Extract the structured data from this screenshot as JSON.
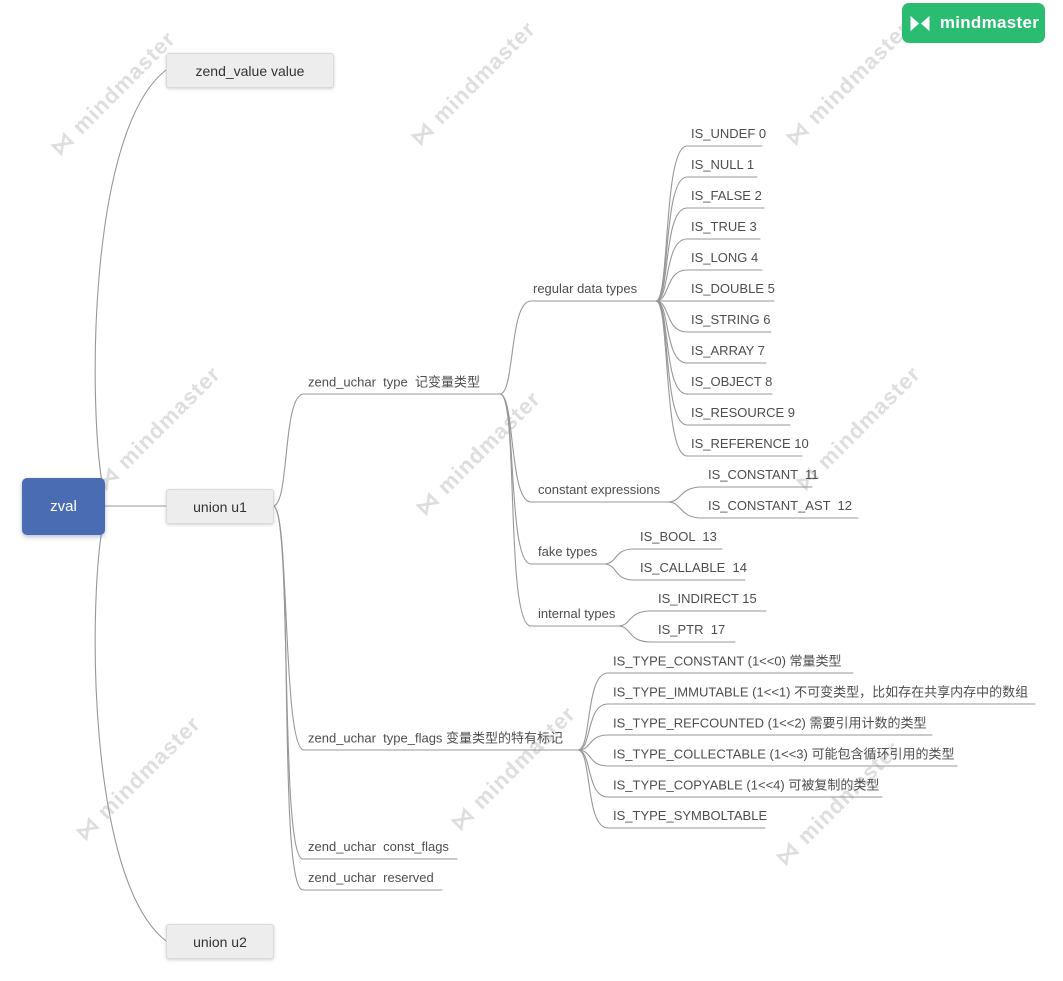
{
  "logo": {
    "text": "mindmaster"
  },
  "watermark": {
    "text": "mindmaster"
  },
  "map": {
    "root": {
      "label": "zval"
    },
    "level1": {
      "zend_value": {
        "label": "zend_value value"
      },
      "union_u1": {
        "label": "union u1"
      },
      "union_u2": {
        "label": "union u2"
      }
    },
    "u1_children": {
      "type": {
        "label": "zend_uchar  type  记变量类型"
      },
      "type_flags": {
        "label": "zend_uchar  type_flags 变量类型的特有标记"
      },
      "const_flags": {
        "label": "zend_uchar  const_flags"
      },
      "reserved": {
        "label": "zend_uchar  reserved"
      }
    },
    "type_groups": {
      "regular": {
        "label": "regular data types"
      },
      "constant": {
        "label": "constant expressions"
      },
      "fake": {
        "label": "fake types"
      },
      "internal": {
        "label": "internal types"
      }
    },
    "regular_items": [
      "IS_UNDEF 0",
      "IS_NULL 1",
      "IS_FALSE 2",
      "IS_TRUE 3",
      "IS_LONG 4",
      "IS_DOUBLE 5",
      "IS_STRING 6",
      "IS_ARRAY 7",
      "IS_OBJECT 8",
      "IS_RESOURCE 9",
      "IS_REFERENCE 10"
    ],
    "constant_items": [
      "IS_CONSTANT  11",
      "IS_CONSTANT_AST  12"
    ],
    "fake_items": [
      "IS_BOOL  13",
      "IS_CALLABLE  14"
    ],
    "internal_items": [
      "IS_INDIRECT 15",
      "IS_PTR  17"
    ],
    "type_flags_items": [
      "IS_TYPE_CONSTANT (1<<0) 常量类型",
      "IS_TYPE_IMMUTABLE (1<<1) 不可变类型，比如存在共享内存中的数组",
      "IS_TYPE_REFCOUNTED (1<<2) 需要引用计数的类型",
      "IS_TYPE_COLLECTABLE (1<<3) 可能包含循环引用的类型",
      "IS_TYPE_COPYABLE (1<<4) 可被复制的类型",
      "IS_TYPE_SYMBOLTABLE"
    ],
    "colors": {
      "root_bg": "#4A6CB3",
      "branch_box_bg": "#EDEDED",
      "line": "#979797",
      "brand_green": "#2ABD72",
      "watermark": "#DEDEDE"
    }
  }
}
